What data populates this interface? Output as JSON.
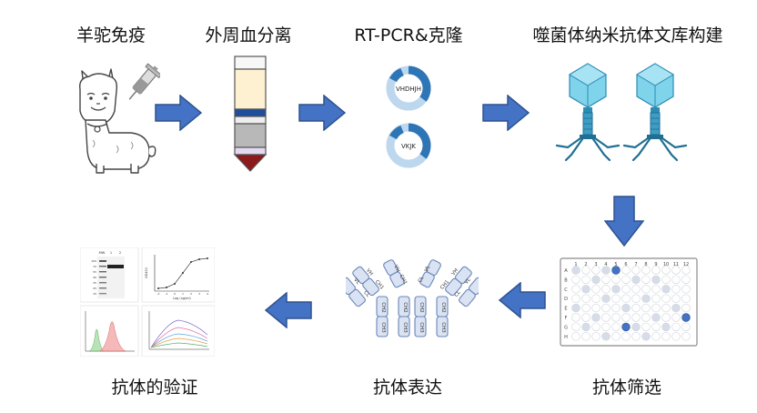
{
  "steps": {
    "immunize": "羊驼免疫",
    "pbmc": "外周血分离",
    "rtpcr": "RT-PCR&克隆",
    "library": "噬菌体纳米抗体文库构建",
    "screening": "抗体筛选",
    "expression": "抗体表达",
    "validation": "抗体的验证"
  },
  "plasmids": {
    "heavy": "VHDHJH",
    "light": "VKJK"
  },
  "antibody": {
    "vh": "VH",
    "vl": "VL",
    "ch1": "CH1",
    "cl": "CL",
    "ch2": "CH2",
    "ch3": "CH3"
  },
  "plate": {
    "cols": [
      "1",
      "2",
      "3",
      "4",
      "5",
      "6",
      "7",
      "8",
      "9",
      "10",
      "11",
      "12"
    ],
    "rows": [
      "A",
      "B",
      "C",
      "D",
      "E",
      "F",
      "G",
      "H"
    ]
  },
  "blot": {
    "lanes": [
      "MW",
      "1",
      "2"
    ],
    "markers": [
      "100",
      "70",
      "55",
      "40",
      "35",
      "25",
      "15"
    ]
  },
  "elisa": {
    "ylabel": "OD450",
    "xlabel": "Log (ng/ml)",
    "xticks": [
      "-2",
      "-1",
      "0",
      "1",
      "2",
      "3",
      "4"
    ]
  },
  "colors": {
    "arrow": "#4472C4",
    "arrow_edge": "#2F528F",
    "ring_dark": "#2E75B6",
    "ring_light": "#BDD7EE",
    "phage": "#5BC0DE",
    "antibody_fill": "#DAE3F3",
    "antibody_edge": "#6B86B8",
    "blood_red": "#8B1A1A"
  }
}
